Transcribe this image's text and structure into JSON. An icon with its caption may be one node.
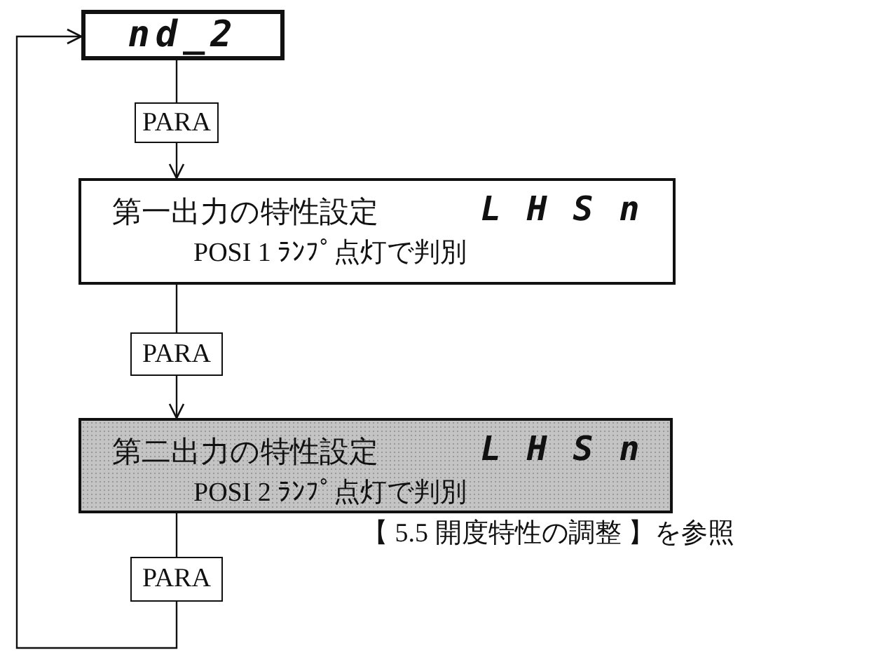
{
  "diagram": {
    "nodes": [
      {
        "text": [
          "nd_2"
        ]
      },
      {
        "text": [
          "PARA"
        ]
      },
      {
        "text": [
          "第一出力の特性設定",
          "L H S n",
          "POSI 1 ﾗﾝﾌﾟ点灯で判別"
        ]
      },
      {
        "text": [
          "PARA"
        ]
      },
      {
        "text": [
          "第二出力の特性設定",
          "L H S n",
          "POSI 2 ﾗﾝﾌﾟ点灯で判別"
        ]
      },
      {
        "text": [
          "PARA"
        ]
      }
    ],
    "edges": [
      {
        "from": 0,
        "to": 1,
        "arrow": "none"
      },
      {
        "from": 1,
        "to": 2,
        "arrow": "to"
      },
      {
        "from": 2,
        "to": 3,
        "arrow": "none"
      },
      {
        "from": 3,
        "to": 4,
        "arrow": "to"
      },
      {
        "from": 4,
        "to": 5,
        "arrow": "none"
      },
      {
        "from": 5,
        "to": 0,
        "arrow": "to"
      }
    ],
    "labels": [
      "【 5.5 開度特性の調整 】を参照"
    ]
  }
}
